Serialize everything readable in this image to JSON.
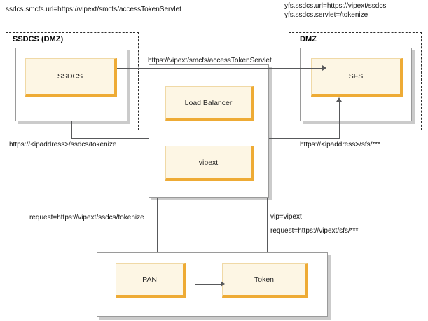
{
  "diagram": {
    "type": "architecture-flow",
    "annotations": {
      "top_left": "ssdcs.smcfs.url=https://vipext/smcfs/accessTokenServlet",
      "top_right_line1": "yfs.ssdcs.url=https://vipext/ssdcs",
      "top_right_line2": "yfs.ssdcs.servlet=/tokenize",
      "ssdcs_to_sfs": "https://vipext/smcfs/accessTokenServlet",
      "left_mid": "https://<ipaddress>/ssdcs/tokenize",
      "right_mid": "https://<ipaddress>/sfs/***",
      "left_bottom": "request=https://vipext/ssdcs/tokenize",
      "right_bottom_line1": "vip=vipext",
      "right_bottom_line2": "request=https://vipext/sfs/***"
    },
    "zones": [
      {
        "id": "ssdcs-dmz",
        "title": "SSDCS (DMZ)"
      },
      {
        "id": "dmz",
        "title": "DMZ"
      }
    ],
    "nodes": [
      {
        "id": "ssdcs",
        "label": "SSDCS"
      },
      {
        "id": "sfs",
        "label": "SFS"
      },
      {
        "id": "load-balancer",
        "label": "Load Balancer"
      },
      {
        "id": "vipext",
        "label": "vipext"
      },
      {
        "id": "pan",
        "label": "PAN"
      },
      {
        "id": "token",
        "label": "Token"
      }
    ],
    "colors": {
      "node_fill": "#fdf6e4",
      "node_accent": "#eeab35",
      "container_border": "#9a9a9a",
      "zone_border": "#2b2b2b",
      "connector": "#58595b",
      "text": "#1a1a1a"
    }
  }
}
